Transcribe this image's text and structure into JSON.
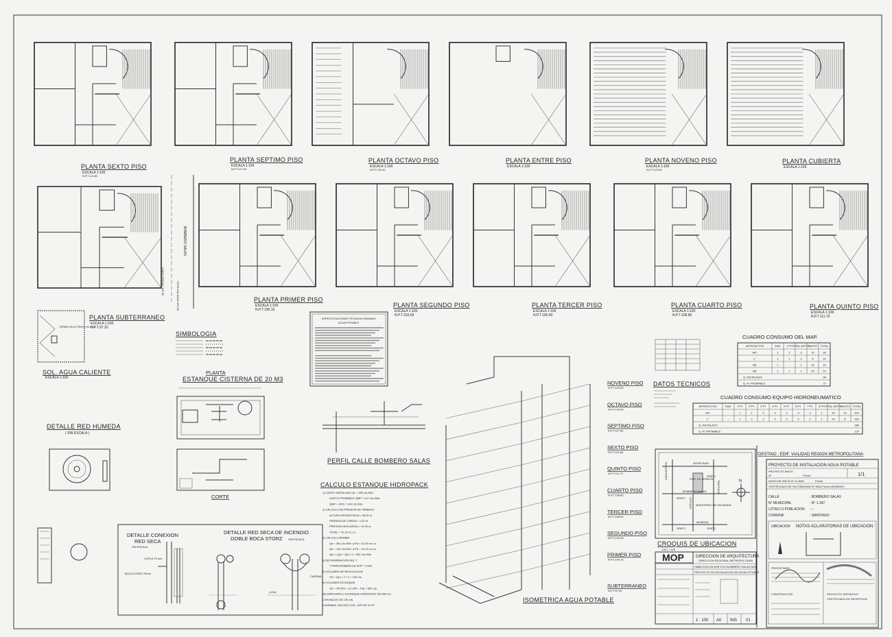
{
  "plans_top": [
    {
      "title": "PLANTA SEXTO PISO",
      "scale": "ESCALA 1:100",
      "npt": "N.P.T.114.60"
    },
    {
      "title": "PLANTA SEPTIMO PISO",
      "scale": "ESCALA 1:100",
      "npt": "N.P.T.117.50"
    },
    {
      "title": "PLANTA OCTAVO PISO",
      "scale": "ESCALA 1:100",
      "npt": "N.P.T.120.40"
    },
    {
      "title": "PLANTA ENTRE PISO",
      "scale": "ESCALA 1:100",
      "npt": ""
    },
    {
      "title": "PLANTA NOVENO PISO",
      "scale": "ESCALA 1:100",
      "npt": "N.P.T.123.30"
    },
    {
      "title": "PLANTA CUBIERTA",
      "scale": "ESCALA 1:100",
      "npt": ""
    }
  ],
  "plans_bottom": [
    {
      "title": "PLANTA PRIMER PISO",
      "scale": "ESCALA 1:100",
      "npt": "N.P.T.100.10"
    },
    {
      "title": "PLANTA SEGUNDO PISO",
      "scale": "ESCALA 1:100",
      "npt": "N.P.T.103.03"
    },
    {
      "title": "PLANTA TERCER PISO",
      "scale": "ESCALA 1:100",
      "npt": "N.P.T.105.90"
    },
    {
      "title": "PLANTA CUARTO PISO",
      "scale": "ESCALA 1:100",
      "npt": "N.P.T.108.80"
    },
    {
      "title": "PLANTA QUINTO PISO",
      "scale": "ESCALA 1:100",
      "npt": "N.P.T.111.70"
    }
  ],
  "subterraneo": {
    "title": "PLANTA SUBTERRANEO",
    "scale": "ESCALA 1:100",
    "npt": "N.P.T.97.20",
    "street": "BOMBERO SALAS",
    "linea1": "LINEA OFICIAL 100.00",
    "linea2": "COTA CALZADA 100.00"
  },
  "sol_agua": {
    "title": "SOL. AGUA CALIENTE",
    "scale": "ESCALA 1:100",
    "note": "TERMO ELECTRICO 30 LTS"
  },
  "simbologia": {
    "title": "SIMBOLOGIA"
  },
  "estanque": {
    "title1": "PLANTA",
    "title2": "ESTANQUE CISTERNA DE 20 M3",
    "corte": "CORTE"
  },
  "red_humeda": {
    "title": "DETALLE RED HUMEDA",
    "sub": "( SIN ESCALA )"
  },
  "conexion": {
    "title1": "DETALLE CONEXION",
    "title2": "RED SECA",
    "sub": "SIN ESCALA",
    "boca": "BOCA STORZ 75mm",
    "cupla": "CUPLA 75 mm"
  },
  "red_seca": {
    "title1": "DETALLE RED SECA DE INCENDIO",
    "title2": "DOBLE BOCA STORZ",
    "sub": "SIN ESCALA",
    "cadena": "CADENA",
    "losa": "LOSA"
  },
  "especificaciones": {
    "title1": "ESPECIFICACIONES TECNICAS MINIMAS",
    "title2": "AGUA POTABLE"
  },
  "perfil": {
    "title": "PERFIL CALLE BOMBERO SALAS"
  },
  "calculo": {
    "title": "CALCULO ESTANQUE HIDROPACK",
    "lines": [
      "1) GASTO INSTALADO QI  =  438 Lts./Min.",
      "GASTO PROBABLE QMP  =  117 Lts./Min.",
      "QMP + 20%  =  140 Lts./Min.",
      "2) CALCULO DE PRESION DE TRABAJO",
      "ALTURA GEOMETRICA  =  30,00 m.",
      "PERDIDA DE CARGA  =  1,20 m.",
      "PRESION DESCARGA  =  10,00 m.",
      "TOTAL  =  41,20 m.c.a",
      "3) CALCULO BOMBA",
      "Qa = 281 Lts./Min. a Pa = 31.00 m.c.a",
      "Qb = 140 Lts./Min. a Pb = 41.00 m.c.a",
      "Qm = (Qa + Qb) / 2 = 281 Lts./Min.",
      "4) DETERMINACION DEL T",
      "T PARA BOMBAS DE 5HP = 3 Min.",
      "5) VOLUMEN DE REGULACION",
      "VR = Qm × T / 4 = 130 Lts.",
      "6) VOLUMEN ESTANQUE",
      "VE = VR (Pb + 1) / (Pb − Pa) = 650 Lts.",
      "SE EMPLEARA 1 ESTANQUE HIDROPACK DE 650 Lts.",
      "CON BALDE DE 130 Lts.",
      "2 BOMBAS JACUZZI COD. 1HP DE 5 H.P."
    ]
  },
  "isometrica": {
    "title": "ISOMETRICA AGUA POTABLE"
  },
  "floors": [
    {
      "name": "NOVENO PISO",
      "npt": "N.P.T.123.30"
    },
    {
      "name": "OCTAVO PISO",
      "npt": "N.P.T.120.40"
    },
    {
      "name": "SEPTIMO PISO",
      "npt": "N.P.T.117.50"
    },
    {
      "name": "SEXTO PISO",
      "npt": "N.P.T.114.60"
    },
    {
      "name": "QUINTO PISO",
      "npt": "N.P.T.111.70"
    },
    {
      "name": "CUARTO PISO",
      "npt": "N.P.T.108.80"
    },
    {
      "name": "TERCER PISO",
      "npt": "N.P.T.105.90"
    },
    {
      "name": "SEGUNDO PISO",
      "npt": "N.P.T.103.03"
    },
    {
      "name": "PRIMER PISO",
      "npt": "N.P.T.100.10"
    },
    {
      "name": "SUBTERRANEO",
      "npt": "N.P.T.97.20"
    }
  ],
  "datos_tecnicos": {
    "title": "DATOS TECNICOS"
  },
  "cuadro_map": {
    "title": "CUADRO CONSUMO DEL MAP.",
    "headers": [
      "ARTEFACTOS",
      "SUB.",
      "1°PI.",
      "TOTAL ARTEF.",
      "GASTO",
      "TOTAL"
    ],
    "rows": [
      [
        "WC",
        "1",
        "2",
        "3",
        "10",
        "30"
      ],
      [
        "L°",
        "1",
        "2",
        "3",
        "8",
        "24"
      ],
      [
        "BE",
        "1",
        "–",
        "1",
        "10",
        "10"
      ],
      [
        "BE",
        "1",
        "1",
        "1",
        "20",
        "20"
      ]
    ],
    "q_instalado": {
      "label": "Q. INSTALADO",
      "value": "84"
    },
    "q_probable": {
      "label": "Q. M. PROBABLE",
      "value": "27"
    }
  },
  "cuadro_equipo": {
    "title": "CUADRO CONSUMO EQUIPO HIDRONEUMATICO",
    "headers": [
      "ARTEFACTOS",
      "SUB.",
      "1°PI.",
      "2°PI.",
      "3°PI.",
      "4°PI.",
      "5°PI.",
      "6°PI.",
      "7°PI.",
      "8°PI.",
      "TOTAL ARTEF.",
      "GASTO",
      "TOTAL"
    ],
    "rows": [
      [
        "WC",
        "–",
        "1",
        "2",
        "3",
        "3",
        "3",
        "3",
        "3",
        "1",
        "20",
        "10",
        "200"
      ],
      [
        "L°",
        "–",
        "1",
        "2",
        "3",
        "3",
        "3",
        "3",
        "3",
        "1",
        "20",
        "8",
        "160"
      ]
    ],
    "q_instalado": {
      "label": "Q. INSTALADO",
      "value": "360"
    },
    "q_probable": {
      "label": "Q. M. PROBABLE",
      "value": "137"
    }
  },
  "croquis": {
    "title": "CROQUIS DE UBICACION",
    "scale": "ESC.= S/E",
    "streets": {
      "top": "AGUSTINAS",
      "middle": "BOMBERO SALAS",
      "bottom": "MONEDA",
      "left": "AMUNATEGUI",
      "right": "TEATINOS",
      "inner": "COTUDO"
    },
    "building": "EDIF. EX SENDOS",
    "ministerio": "MINISTERIO DE HACIENDA",
    "grifo": "GRIFO",
    "north": "N"
  },
  "title_block": {
    "destino": "DESTINO : EDIF. VIALIDAD REGION METROPOLITANA",
    "proyecto": "PROYECTO DE INSTALACION AGUA POTABLE",
    "proyecto_inicio": "PROYECTO INICIO",
    "numero": "N°",
    "fecha": "Fecha",
    "hoja": "1/1",
    "aviso": "AVISO DE INICIO N° D-3000",
    "certificado": "CERTIFICADO DE FACTIBILIDAD N° 5624   Fecha 09/08/2007",
    "calle_label": "CALLE",
    "calle": ": BOMBERO SALAS",
    "municipal_label": "N° MUNICIPAL",
    "municipal": ": N° 1.347",
    "loteo_label": "LOTEO O POBLACION",
    "loteo": ": –",
    "comuna_label": "COMUNA",
    "comuna": ": SANTIAGO",
    "ubicacion": "UBICACION",
    "notas": "NOTAS ACLARATORIAS DE UBICACION :",
    "propietario": "PROPIETARIO",
    "constructor": "CONSTRUCTOR",
    "proyecto_definitivo": "PROYECTO DEFINITIVO",
    "certificado_recepcion": "CERTIFICADO DE RECEPCION"
  },
  "mop_block": {
    "logo": "MOP",
    "direccion": "DIRECCION DE ARQUITECTURA",
    "regional": "DIRECCION REGIONAL METROPOLITANA",
    "obra": "HABILITACION EDIFICIO BOMBERO SALAS MOP",
    "plano": "PROYECTO DE INSTALACION DE AGUA POTABLE",
    "escala": "1 : 100",
    "formato": "A0",
    "clave": "INS",
    "lamina": "01"
  }
}
